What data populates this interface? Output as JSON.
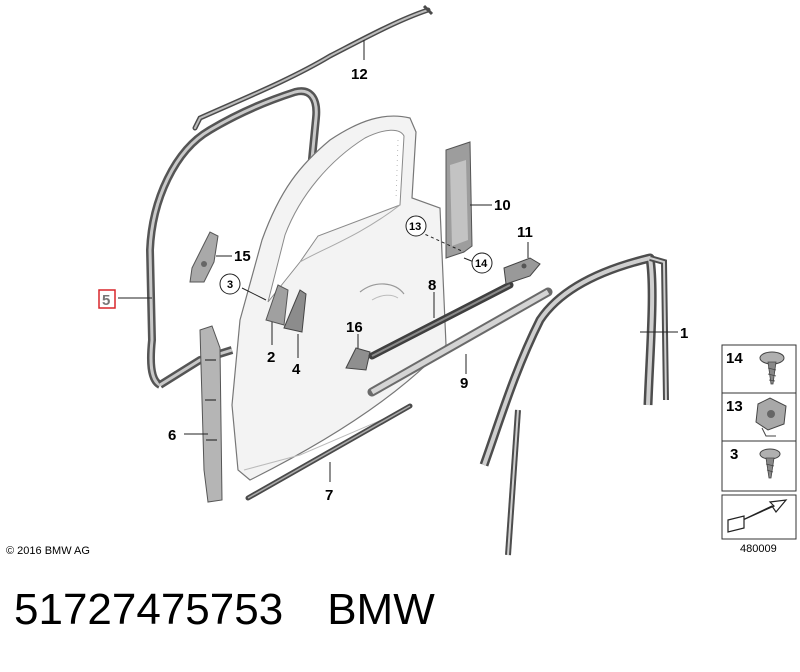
{
  "diagram": {
    "labels": {
      "p1": "1",
      "p2": "2",
      "p3": "3",
      "p4": "4",
      "p5": "5",
      "p6": "6",
      "p7": "7",
      "p8": "8",
      "p9": "9",
      "p10": "10",
      "p11": "11",
      "p12": "12",
      "p13": "13",
      "p14": "14",
      "p15": "15",
      "p16": "16"
    },
    "legend": {
      "item1": "14",
      "item2": "13",
      "item3": "3"
    },
    "copyright": "© 2016 BMW AG",
    "diagram_number": "480009",
    "highlight_color": "#d9262b"
  },
  "footer": {
    "part_number": "51727475753",
    "brand": "BMW"
  }
}
